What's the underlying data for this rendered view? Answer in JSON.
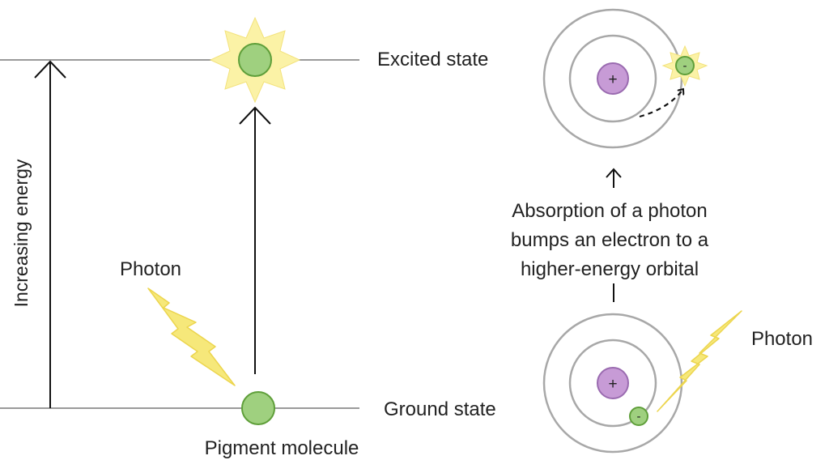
{
  "labels": {
    "excited_state": "Excited state",
    "ground_state": "Ground state",
    "increasing_energy": "Increasing energy",
    "photon_left": "Photon",
    "photon_right": "Photon",
    "pigment_molecule": "Pigment molecule",
    "absorption_line1": "Absorption of a photon",
    "absorption_line2": "bumps an electron to a",
    "absorption_line3": "higher-energy orbital",
    "nucleus_sign": "+",
    "electron_sign": "-"
  },
  "colors": {
    "level_line": "#9a9a9a",
    "orbit": "#a8a8a8",
    "arrow": "#111111",
    "molecule_fill": "#9fd07f",
    "molecule_stroke": "#5f9f3a",
    "nucleus_fill": "#c79bd6",
    "nucleus_stroke": "#9a6bb0",
    "starburst": "#fbf2a6",
    "bolt_fill": "#f6e87a",
    "bolt_stroke": "#ecd54e",
    "text": "#222222"
  },
  "icons": {
    "photon": "lightning-bolt-icon",
    "excitation_glow": "starburst-icon"
  }
}
